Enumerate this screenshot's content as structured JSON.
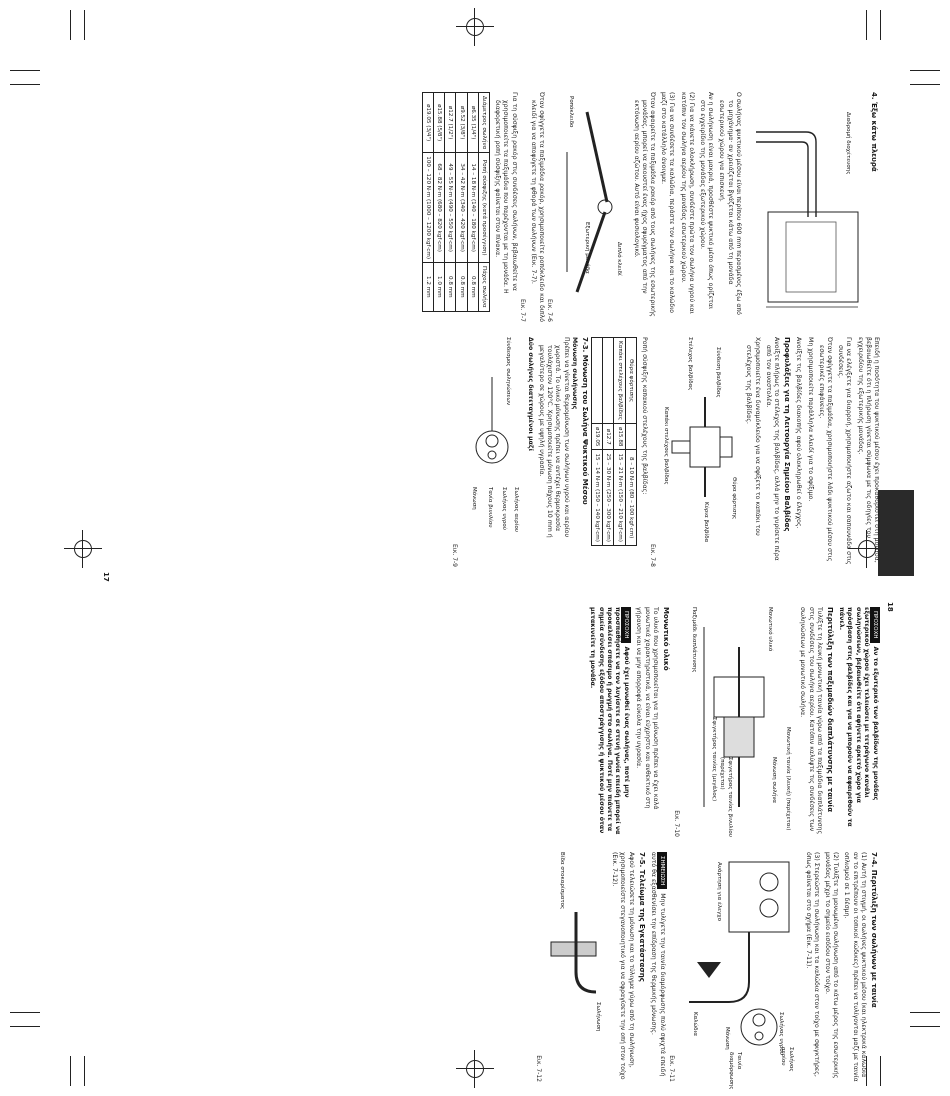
{
  "page_numbers": {
    "left": "17",
    "right": "18"
  },
  "col1": {
    "heading": "4. Έξω κάτω πλευρά",
    "fig_label": "Διαδρομή διοχέτευσης",
    "bullets": [
      "Ο σωλήνας ψυκτικού μέσου είναι περίπου 600 mm περασμένος έξω από το μηχάνημα· αν χρειάζεται βγάζεται κάτω από τη μονάδα εσωτερικού χώρου για επισκευή.",
      "Αν η σωλήνωση είναι μακριά, προσθέστε ψυκτικό μέσο όπως ορίζεται στο εγχειρίδιο της μονάδας εξωτερικού χώρου."
    ],
    "steps": [
      "(2) Για να κάνετε ολοκλήρωση, συνδέστε πρώτα τον σωλήνα υγρού και κατόπιν τον σωλήνα αερίου της μονάδας εσωτερικού χώρου.",
      "(3) Για να συνδέσετε τα καλώδια, περάστε τον σωλήνα και το καλώδιο μαζί στο κατάλληλο άνοιγμα."
    ],
    "note": "Όταν αφαιρείτε τα παξιμάδια ρακόρ από τους σωλήνες της εσωτερικής μονάδας, μπορεί να ακουστεί ένας ήχος σφυρίγματος από την εκτόνωση αερίου αζώτου. Αυτό είναι φυσιολογικό.",
    "fig6_labels": {
      "spanner": "Διπλό κλειδί",
      "torque": "Ροπόκλειδο",
      "outside": "Εξωτερική μονάδα"
    },
    "fig6_no": "Εικ. 7-6",
    "fig7_no": "Εικ. 7-7",
    "fig7_text": "Όταν σφίγγετε τα παξιμάδια ρακόρ, χρησιμοποιείτε ροπόκλειδο και διπλό κλειδί για να αποφύγετε τη φθορά των σωλήνων (Εικ. 7-7).",
    "table_intro": "Για τη σύσφιξη ρακόρ στις συνδέσεις σωλήνων, βεβαιωθείτε να χρησιμοποιείτε τα παξιμάδια που παρέχονται με τη μονάδα. Η διαφορετική ροπή σύσφιξης φαίνεται στον πίνακα.",
    "table_headers": [
      "Διάμετρος σωλήνα",
      "Ροπή σύσφιξης (κατά προσέγγιση)",
      "Πάχος σωλήνα"
    ],
    "table_rows": [
      [
        "ø6.35 (1/4\")",
        "14 – 18 N·m (140 – 180 kgf·cm)",
        "0.8 mm"
      ],
      [
        "ø9.52 (3/8\")",
        "34 – 42 N·m (340 – 420 kgf·cm)",
        "0.8 mm"
      ],
      [
        "ø12.7 (1/2\")",
        "49 – 55 N·m (490 – 550 kgf·cm)",
        "0.8 mm"
      ],
      [
        "ø15.88 (5/8\")",
        "68 – 82 N·m (680 – 820 kgf·cm)",
        "1.0 mm"
      ],
      [
        "ø19.05 (3/4\")",
        "100 – 120 N·m (1000 – 1200 kgf·cm)",
        "1.2 mm"
      ]
    ]
  },
  "col2": {
    "intro": "Επειδή η ποσότητα του ψυκτικού μέσου έχει προκαθοριστεί στη μονάδα, βεβαιωθείτε ότι η πλήρωση γίνεται σύμφωνα με τις οδηγίες του εγχειριδίου της εξωτερικής μονάδας.",
    "bullets": [
      "Για να ελέγξετε για διαρροή, χρησιμοποιήστε αζωτο και σαπουνάδα στις συνδέσεις.",
      "Όταν σφίγγετε τα παξιμάδια, χρησιμοποιήστε λάδι ψυκτικού μέσου στις εσωτερικές επιφάνειες.",
      "Μη χρησιμοποιείτε παράλληλα κλειδί για το σφίξιμο.",
      "Ανοίξτε τις βαλβίδες διακοπής αφού ολοκληρωθεί ο έλεγχος."
    ],
    "valve_heading": "Προφυλάξεις για τη Λειτουργία Σημείου Βαλβίδας",
    "valve_bullets": [
      "Ανοίξτε πλήρως το στέλεχος της βαλβίδας, αλλά μην το γυρίσετε πέρα από τον αναστολέα.",
      "Χρησιμοποιείτε ένα δυναμόκλειδο για να σφίξετε το καπάκι του στελέχους της βαλβίδας."
    ],
    "fig8_labels": {
      "cap": "Θύρα φόρτισης",
      "body": "Κύρια βαλβίδα",
      "stem": "Στέλεχος βαλβίδας",
      "capnut": "Καπάκι στελέχους βαλβίδας",
      "joint": "Σύνδεση βαλβίδας"
    },
    "fig8_no": "Εικ. 7-8",
    "torque_intro": "Ροπή σύσφιξης καπακιού στελέχους της βαλβίδας:",
    "torque_rows": [
      [
        "Θύρα φόρτισης",
        "",
        "8 – 10 N·m (80 – 100 kgf·cm)"
      ],
      [
        "Καπάκι στελέχους βαλβίδας",
        "ø15.88",
        "15 – 21 N·m (150 – 210 kgf·cm)"
      ],
      [
        "",
        "ø12.7",
        "25 – 30 N·m (250 – 300 kgf·cm)"
      ],
      [
        "",
        "ø19.05",
        "15 – 14 N·m (150 – 140 kgf·cm)"
      ]
    ],
    "sec73": "7-3. Μόνωση του Σωλήνα Ψυκτικού Μέσου",
    "sec73_sub": "Μόνωση σωλήνωσης",
    "sec73_text": "Πρέπει να γίνεται θερμομόνωση των σωλήνων υγρού και αερίου χωριστά. Το υλικό μόνωσης πρέπει να αντέχει θερμοκρασία τουλάχιστον 120°C. Χρησιμοποιείτε μόνωση πάχους 10 mm ή μεγαλύτερο σε χώρους με υψηλή υγρασία.",
    "fig9_title": "Δύο σωλήνες διατεταγμένοι μαζί",
    "fig9_labels": {
      "a": "Σωλήνας αερίου",
      "b": "Σωλήνας υγρού",
      "c": "Τανία βινυλίου",
      "d": "Μόνωση",
      "e": "Σύνδεσμος σωληνώσεων"
    },
    "fig9_no": "Εικ. 7-9"
  },
  "col3": {
    "warn_label": "ΠΡΟΣΟΧΗ",
    "warn_text": "Αν το εξωτερικό των βαλβίδων της μονάδας εξωτερικού χώρου έχει τελειώσει με τετράγωνο κανάλι σωληνώσεων, βεβαιωθείτε ότι αφήνετε αρκετό χώρο για πρόσβαση στις βαλβίδες και για να μπορούν να αφαιρεθούν τα πάνελ.",
    "sub_heading": "Περιτύλιξη των παξιμαδιών διαπλάτυνσης με ταινία",
    "sub_text": "Τυλίξτε τη λευκή μονωτική ταινία γύρω από τα παξιμάδια διαπλάτυνσης στις συνδέσεις του σωλήνα αερίου. Κατόπιν καλύψτε τις συνδέσεις των σωληνώσεων με μονωτικό σωλήνα.",
    "fig10_labels": {
      "a": "Μονωτική ταινία (λευκή) (παρέχεται)",
      "b": "Μόνωση σωλήνα",
      "c": "Μονωτικό υλικό",
      "d": "Παξιμάδι διαπλάτυνσης",
      "e": "Σφιγκτήρας ταινίας (μεγάλος)",
      "f": "Σφιγκτήρας ταινίας βινυλίου (παρέχεται)"
    },
    "fig10_no": "Εικ. 7-10",
    "insul_heading": "Μονωτικό υλικό",
    "insul_text": "Το υλικό που χρησιμοποιείται για τη μόνωση πρέπει να έχει καλά μονωτικά χαρακτηριστικά, να είναι εύχρηστο και ανθεκτικό στη γήρανση και να μην απορροφά εύκολα την υγρασία.",
    "warn2_label": "ΠΡΟΣΟΧΗ",
    "warn2_text": "Αφού έχει μονωθεί ένας σωλήνας, ποτέ μην προσπαθήσετε να τον λυγίσετε σε στενή γωνία επειδή μπορεί να προκαλέσει σπάσιμο ή ρωγμή στο σωλήνα. Ποτέ μην πιάνετε τα σημεία σύνδεσης εξόδου αποστράγγισης ή ψυκτικού μέσου όταν μετακινείτε τη μονάδα."
  },
  "col4": {
    "sec74": "7-4. Περιτύλιξη των σωλήνων με ταινία",
    "items": [
      "(1) Αυτή τη στιγμή, οι σωλήνες ψυκτικού μέσου (και ηλεκτρικά καλώδια αν το επιτρέπουν οι τοπικοί κώδικες) πρέπει να τυλίγονται μαζί με ταινία οπλισμού σε 1 δέσμη.",
      "(2) Τυλίξτε τη μονωμένη σωλήνωση από το κάτω μέρος της εσωτερικής μονάδας μέχρι το σημείο εισόδου στον τοίχο.",
      "(3) Στερεώστε τη σωλήνωση και τα καλώδια στον τοίχο με σφιγκτήρες, όπως φαίνεται στο σχήμα (Εικ. 7-11)."
    ],
    "fig11_labels": {
      "a": "Σωλήνας αερίου",
      "b": "Σωλήνας υγρού",
      "c": "Ταινία διαμόρφωσης",
      "d": "Μόνωση",
      "e": "Ανάρτηση για έλεγχο",
      "f": "Καλώδια"
    },
    "fig11_no": "Εικ. 7-11",
    "warn_label": "ΣΗΜΕΙΩΣΗ",
    "warn_text": "Μην τυλίγετε την ταινία διαμόρφωσης πολύ σφιχτά επειδή αυτό θα εξασθενίσει την επίδραση της θερμικής μόνωσης.",
    "sec75": "7-5. Τελείωμα της Εγκατάστασης",
    "sec75_text": "Αφού τελειώσετε τη μόνωση και το τύλιγμα γύρω από τη σωλήνωση, χρησιμοποιείστε στεγανοποιητικό για να σφραγίσετε την οπή στον τοίχο (Εικ. 7-12).",
    "fig12_labels": {
      "a": "Βίδα στοκαρίσματος",
      "b": "Σωλήνωση"
    },
    "fig12_no": "Εικ. 7-12"
  }
}
